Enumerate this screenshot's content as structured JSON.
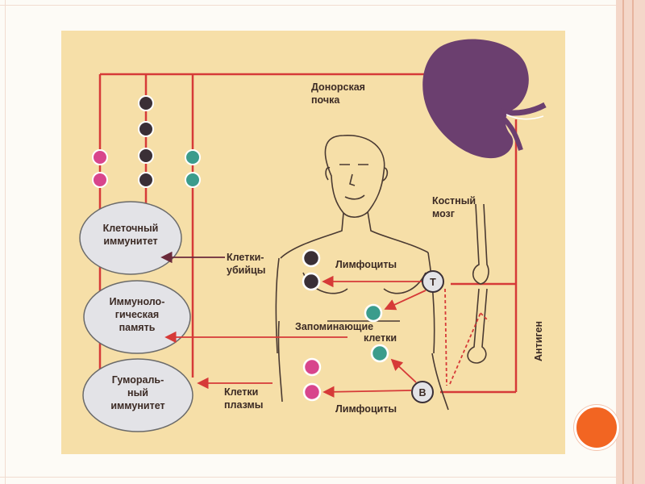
{
  "colors": {
    "background": "#f6dfa8",
    "line": "#d63a38",
    "dark_cell": "#3a2f36",
    "pink_cell": "#d8458c",
    "teal_cell": "#3b9c8c",
    "circle_fill": "#e3e3e7",
    "kidney": "#6b3f6f",
    "accent_dot": "#f26522"
  },
  "labels": {
    "donor_kidney_1": "Донорская",
    "donor_kidney_2": "почка",
    "bone_marrow_1": "Костный",
    "bone_marrow_2": "мозг",
    "cellular_immunity_1": "Клеточный",
    "cellular_immunity_2": "иммунитет",
    "immunological_memory_1": "Иммуноло-",
    "immunological_memory_2": "гическая",
    "immunological_memory_3": "память",
    "humoral_immunity_1": "Гумораль-",
    "humoral_immunity_2": "ный",
    "humoral_immunity_3": "иммунитет",
    "killer_cells_1": "Клетки-",
    "killer_cells_2": "убийцы",
    "lymphocytes_top": "Лимфоциты",
    "memory_cells_1": "Запоминающие",
    "memory_cells_2": "клетки",
    "plasma_cells_1": "Клетки",
    "plasma_cells_2": "плазмы",
    "lymphocytes_bottom": "Лимфоциты",
    "t_letter": "T",
    "b_letter": "B",
    "antigen": "Антиген"
  }
}
